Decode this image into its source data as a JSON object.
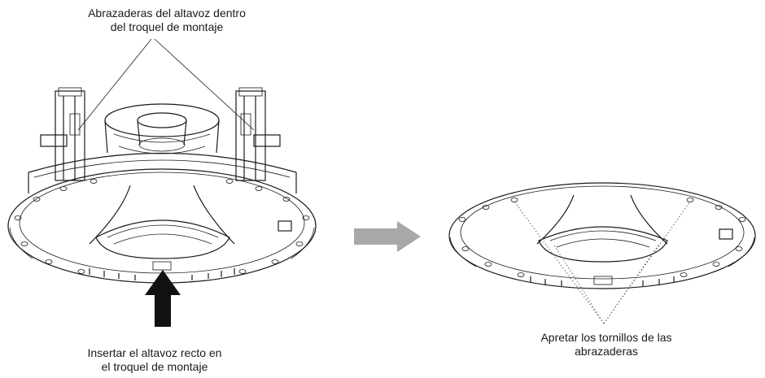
{
  "captions": {
    "clips_line1": "Abrazaderas del altavoz dentro",
    "clips_line2": "del troquel de montaje",
    "insert_line1": "Insertar el altavoz recto en",
    "insert_line2": "el troquel de montaje",
    "tighten_line1": "Apretar los tornillos de las",
    "tighten_line2": "abrazaderas"
  },
  "colors": {
    "line": "#1a1a1a",
    "arrow_gray": "#a8a8a8",
    "arrow_black": "#111111"
  },
  "icons": [
    "insert-arrow-icon",
    "next-step-arrow-icon"
  ]
}
